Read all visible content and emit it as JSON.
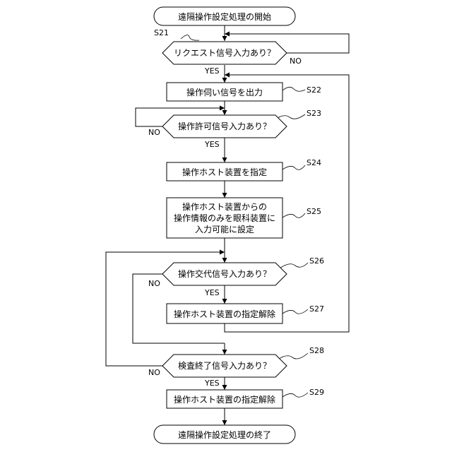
{
  "terminals": {
    "start": "遠隔操作設定処理の開始",
    "end": "遠隔操作設定処理の終了"
  },
  "steps": {
    "s21": {
      "id": "S21",
      "text": "リクエスト信号入力あり？"
    },
    "s22": {
      "id": "S22",
      "text": "操作伺い信号を出力"
    },
    "s23": {
      "id": "S23",
      "text": "操作許可信号入力あり？"
    },
    "s24": {
      "id": "S24",
      "text": "操作ホスト装置を指定"
    },
    "s25": {
      "id": "S25",
      "lines": [
        "操作ホスト装置からの",
        "操作情報のみを眼科装置に",
        "入力可能に設定"
      ]
    },
    "s26": {
      "id": "S26",
      "text": "操作交代信号入力あり？"
    },
    "s27": {
      "id": "S27",
      "text": "操作ホスト装置の指定解除"
    },
    "s28": {
      "id": "S28",
      "text": "検査終了信号入力あり？"
    },
    "s29": {
      "id": "S29",
      "text": "操作ホスト装置の指定解除"
    }
  },
  "branches": {
    "yes": "YES",
    "no": "NO"
  }
}
